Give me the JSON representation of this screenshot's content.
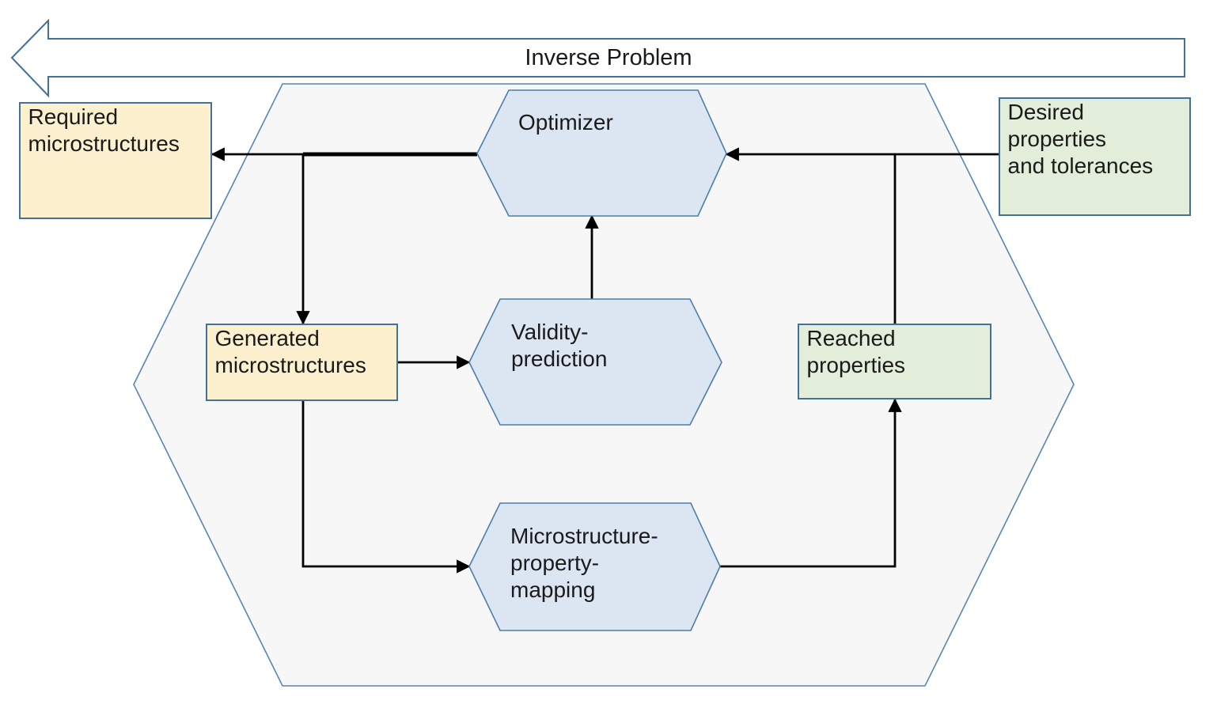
{
  "banner": {
    "label": "Inverse Problem"
  },
  "nodes": {
    "required": {
      "label": "Required\nmicrostructures",
      "kind": "microstructure-data"
    },
    "generated": {
      "label": "Generated\nmicrostructures",
      "kind": "microstructure-data"
    },
    "desired": {
      "label": "Desired\nproperties\nand tolerances",
      "kind": "property-data"
    },
    "reached": {
      "label": "Reached\nproperties",
      "kind": "property-data"
    },
    "optimizer": {
      "label": "Optimizer",
      "kind": "process"
    },
    "validity": {
      "label": "Validity-\nprediction",
      "kind": "process"
    },
    "mapping": {
      "label": "Microstructure-\nproperty-\nmapping",
      "kind": "process"
    }
  },
  "edges": [
    {
      "from": "desired",
      "to": "optimizer"
    },
    {
      "from": "reached",
      "to": "optimizer"
    },
    {
      "from": "optimizer",
      "to": "required"
    },
    {
      "from": "optimizer",
      "to": "generated"
    },
    {
      "from": "generated",
      "to": "validity"
    },
    {
      "from": "validity",
      "to": "optimizer"
    },
    {
      "from": "generated",
      "to": "mapping"
    },
    {
      "from": "mapping",
      "to": "reached"
    }
  ],
  "colors": {
    "bg": "#ffffff",
    "text": "#1a1a1a",
    "connector": "#000000",
    "banner_fill": "#ffffff",
    "banner_border": "#41719c",
    "big_hex_fill": "#f7f7f8",
    "big_hex_border": "#5b84ae",
    "process_fill": "#dce6f2",
    "process_border": "#4d7dab",
    "micro_fill": "#fdf0cf",
    "prop_fill": "#e2eed9",
    "box_border": "#41719c"
  }
}
